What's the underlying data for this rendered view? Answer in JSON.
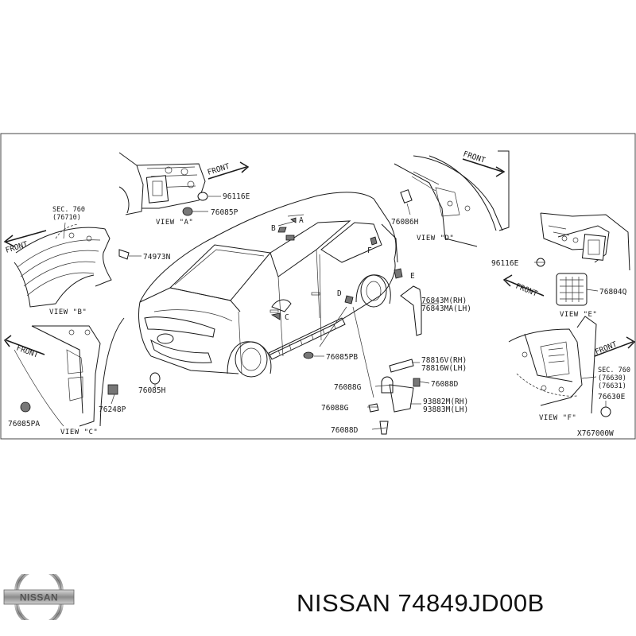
{
  "diagram": {
    "drawing_code": "X767000W",
    "front_labels": [
      "FRONT",
      "FRONT",
      "FRONT",
      "FRONT",
      "FRONT",
      "FRONT"
    ],
    "views": [
      "VIEW \"A\"",
      "VIEW \"B\"",
      "VIEW \"C\"",
      "VIEW \"D\"",
      "VIEW \"E\"",
      "VIEW \"F\""
    ],
    "view_letters": [
      "A",
      "B",
      "C",
      "D",
      "E",
      "F"
    ],
    "sec_labels": [
      {
        "line1": "SEC. 760",
        "line2": "(76710)"
      },
      {
        "line1": "SEC. 760",
        "line2": "(76630)",
        "line3": "(76631)"
      }
    ],
    "parts": {
      "p96116E_a": "96116E",
      "p76085P": "76085P",
      "p74973N": "74973N",
      "p76086H": "76086H",
      "p96116E_e": "96116E",
      "p76804Q": "76804Q",
      "p76843M_rh": "76843M(RH)",
      "p76843MA_lh": "76843MA(LH)",
      "p76085PB": "76085PB",
      "p76085H": "76085H",
      "p76248P": "76248P",
      "p76085PA": "76085PA",
      "p78816V_rh": "78816V(RH)",
      "p78816W_lh": "78816W(LH)",
      "p76088G_1": "76088G",
      "p76088D_1": "76088D",
      "p76088G_2": "76088G",
      "p93882M_rh": "93882M(RH)",
      "p93883M_lh": "93883M(LH)",
      "p76088D_2": "76088D",
      "p76630E": "76630E"
    }
  },
  "footer": {
    "brand": "NISSAN",
    "title": "NISSAN 74849JD00B"
  }
}
